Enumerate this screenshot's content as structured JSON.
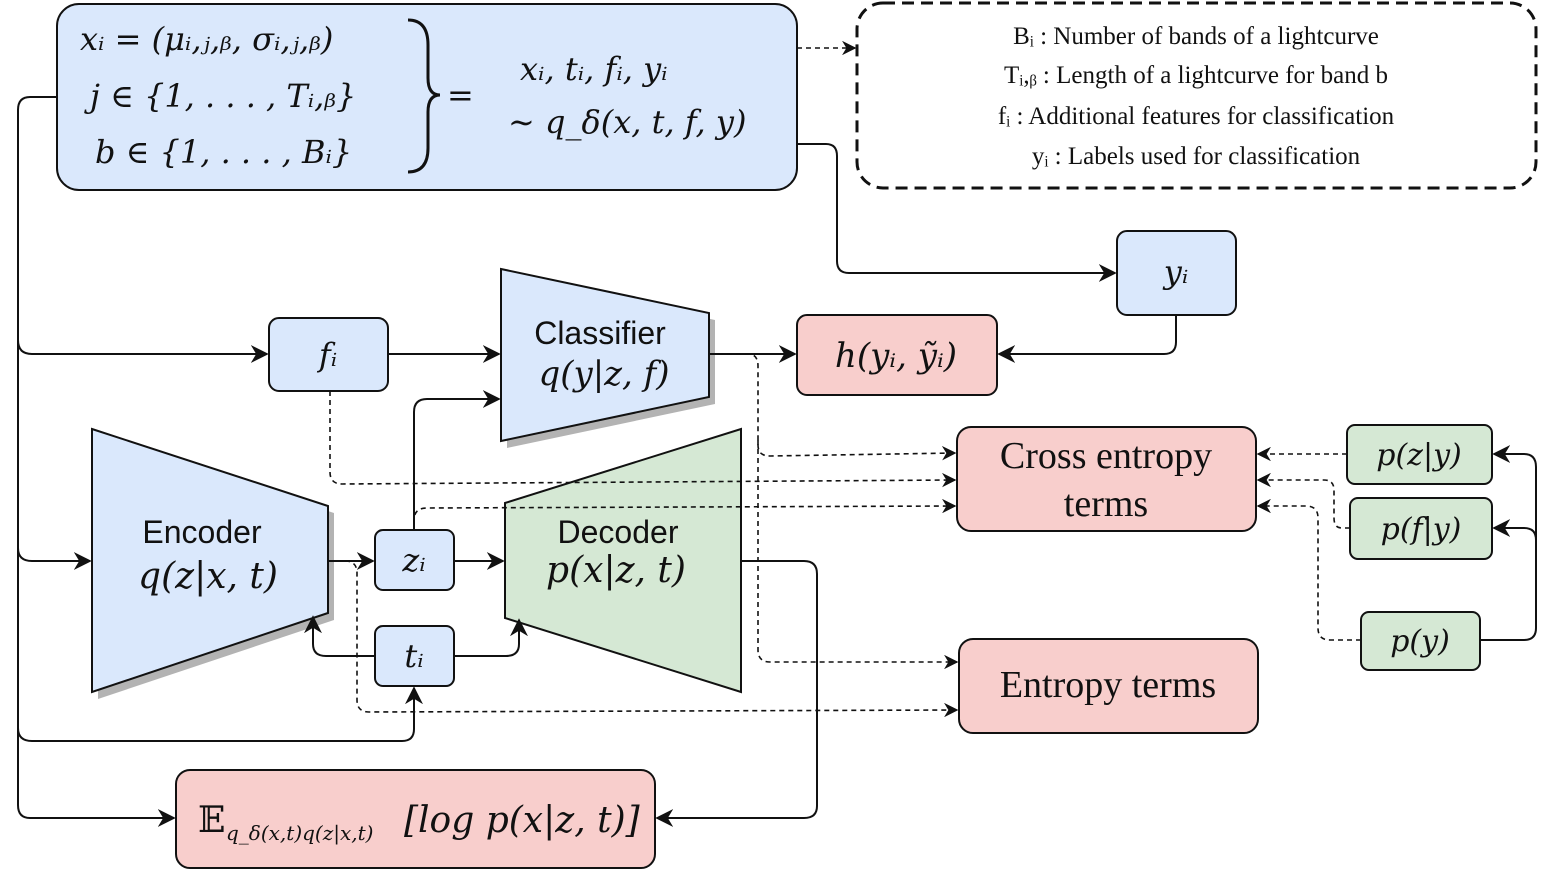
{
  "data_box": {
    "line1": "xᵢ = (μᵢ,ⱼ,ᵦ, σᵢ,ⱼ,ᵦ)",
    "line2": "j ∈ {1, . . . , Tᵢ,ᵦ}",
    "line3": "b ∈ {1, . . . , Bᵢ}",
    "equals": "=",
    "rhs1": "xᵢ, tᵢ, fᵢ, yᵢ",
    "rhs2": "∼ q_δ(x, t, f, y)"
  },
  "legend": {
    "items": [
      "Bᵢ : Number of bands of a lightcurve",
      "Tᵢ,ᵦ : Length of a lightcurve for band b",
      "fᵢ : Additional features for classification",
      "yᵢ : Labels used for classification"
    ]
  },
  "nodes": {
    "yi": "yᵢ",
    "fi": "fᵢ",
    "zi": "zᵢ",
    "ti": "tᵢ",
    "classifier_title": "Classifier",
    "classifier_formula": "q(y|z, f)",
    "encoder_title": "Encoder",
    "encoder_formula": "q(z|x, t)",
    "decoder_title": "Decoder",
    "decoder_formula": "p(x|z, t)",
    "loss_h": "h(yᵢ, ỹᵢ)",
    "cross_entropy_line1": "Cross entropy",
    "cross_entropy_line2": "terms",
    "entropy_terms": "Entropy terms",
    "expectation": "𝔼_{q_δ(x,t)q(z|x,t)} [log p(x|z, t)]",
    "expectation_main": "𝔼",
    "expectation_sub": "q_δ(x,t)q(z|x,t)",
    "expectation_body": "[log p(x|z, t)]",
    "p_z_y": "p(z|y)",
    "p_f_y": "p(f|y)",
    "p_y": "p(y)"
  },
  "colors": {
    "blue_fill": "#dae8fc",
    "green_fill": "#d5e8d4",
    "red_fill": "#f8cecc",
    "stroke": "#111111",
    "shadow": "#b3b3b3"
  }
}
